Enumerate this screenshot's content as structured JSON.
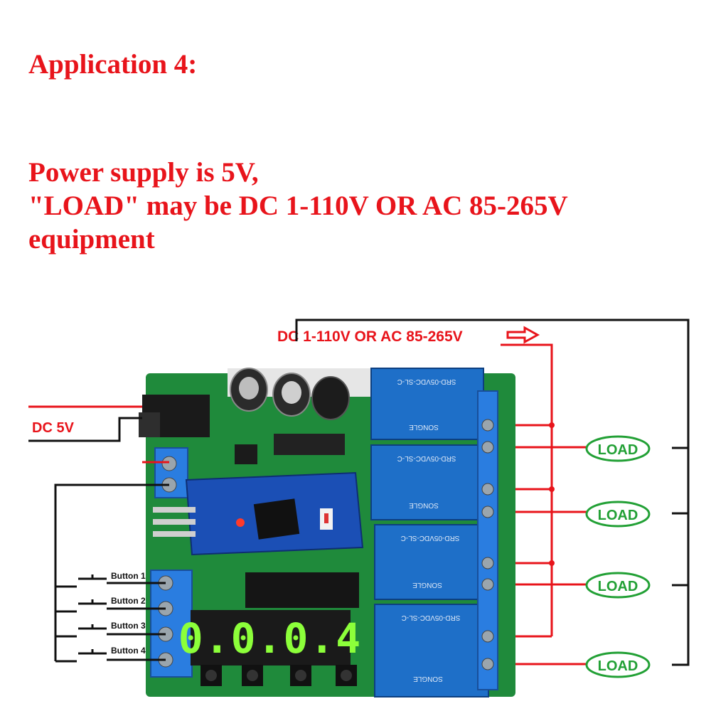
{
  "title": "Application 4:",
  "description": {
    "line1": "Power supply is 5V,",
    "line2": "\"LOAD\" may be DC 1-110V OR AC 85-265V",
    "line3": "equipment"
  },
  "diagram": {
    "supply_label": "DC 1-110V OR AC 85-265V",
    "power_label": "DC 5V",
    "loads": [
      "LOAD",
      "LOAD",
      "LOAD",
      "LOAD"
    ],
    "buttons": [
      "Button 1",
      "Button 2",
      "Button 3",
      "Button 4"
    ],
    "display_value": "0.0.0.4",
    "relay_model": "SRD-05VDC-SL-C",
    "relay_brand": "SONGLE",
    "colors": {
      "text_red": "#e8141b",
      "wire_red": "#e8141b",
      "wire_black": "#111111",
      "load_green": "#22a035",
      "pcb_green": "#1f8a3b",
      "relay_blue": "#1e6fc8",
      "display_green": "#8cff3a"
    }
  }
}
